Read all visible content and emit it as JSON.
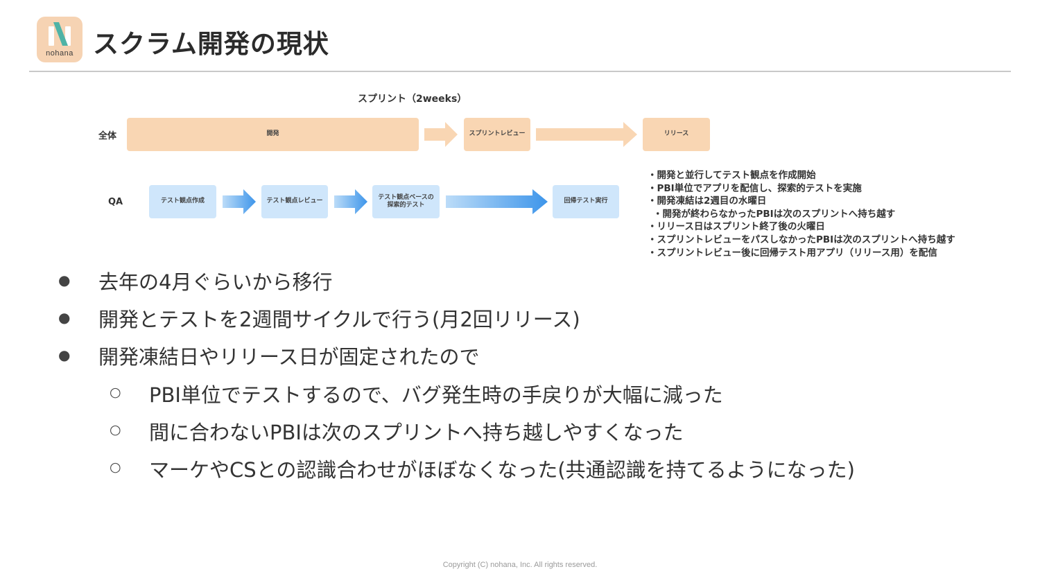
{
  "brand": {
    "logo_word": "nohana",
    "logo_colors": {
      "bg": "#f6d3b3",
      "bar_light": "#ffffff",
      "bar_teal": "#4fb3a6"
    }
  },
  "title": "スクラム開発の現状",
  "diagram": {
    "sprint_label": "スプリント（2weeks）",
    "rows": [
      {
        "label": "全体",
        "boxes": [
          "開発",
          "スプリントレビュー",
          "リリース"
        ],
        "color": "#f9d6b3"
      },
      {
        "label": "QA",
        "boxes": [
          "テスト観点作成",
          "テスト観点レビュー",
          "テスト観点ベースの\n探索的テスト",
          "回帰テスト実行"
        ],
        "color": "#cfe6fb"
      }
    ],
    "notes": [
      "・開発と並行してテスト観点を作成開始",
      "・PBI単位でアプリを配信し、探索的テストを実施",
      "・開発凍結は2週目の水曜日",
      "・開発が終わらなかったPBIは次のスプリントへ持ち越す",
      "・リリース日はスプリント終了後の火曜日",
      "・スプリントレビューをパスしなかったPBIは次のスプリントへ持ち越す",
      "・スプリントレビュー後に回帰テスト用アプリ（リリース用）を配信"
    ]
  },
  "bullets": [
    {
      "level": 1,
      "text": "去年の4月ぐらいから移行"
    },
    {
      "level": 1,
      "text": "開発とテストを2週間サイクルで行う(月2回リリース)"
    },
    {
      "level": 1,
      "text": "開発凍結日やリリース日が固定されたので"
    },
    {
      "level": 2,
      "text": "PBI単位でテストするので、バグ発生時の手戻りが大幅に減った"
    },
    {
      "level": 2,
      "text": "間に合わないPBIは次のスプリントへ持ち越しやすくなった"
    },
    {
      "level": 2,
      "text": "マーケやCSとの認識合わせがほぼなくなった(共通認識を持てるようになった)"
    }
  ],
  "bullet_marks": {
    "level1": "●",
    "level2": "○"
  },
  "footer": "Copyright (C) nohana, Inc. All rights reserved."
}
